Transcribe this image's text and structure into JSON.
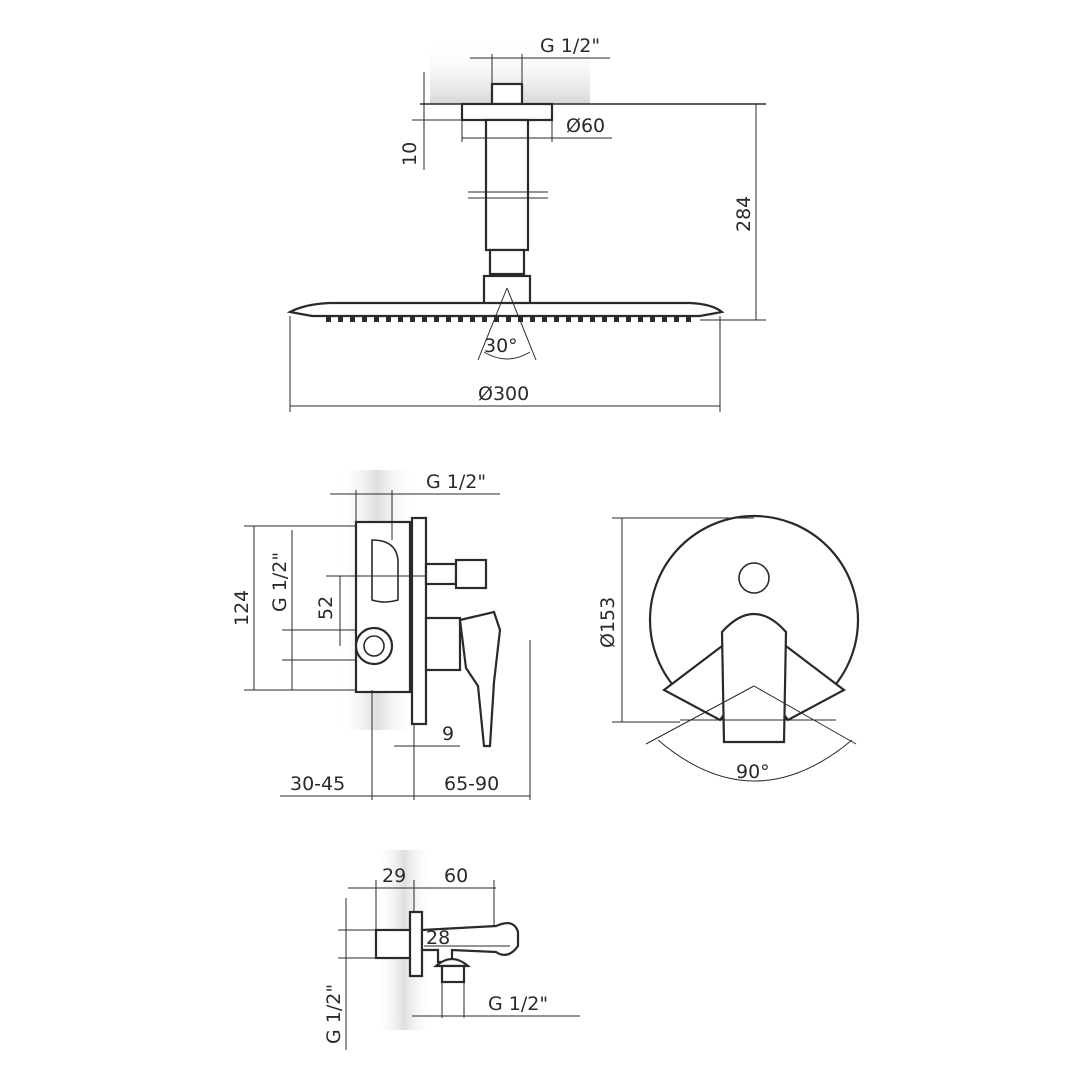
{
  "dimensions": {
    "head": {
      "thread": "G 1/2\"",
      "flange_diameter": "Ø60",
      "flange_height": "10",
      "total_height": "284",
      "spray_angle": "30°",
      "head_diameter": "Ø300"
    },
    "mixer": {
      "thread_top": "G 1/2\"",
      "thread_side": "G 1/2\"",
      "height": "124",
      "outlet_offset": "52",
      "plate_thickness": "9",
      "wall_depth": "30-45",
      "projection": "65-90",
      "plate_diameter": "Ø153",
      "lever_rotation": "90°"
    },
    "outlet": {
      "plate_depth": "29",
      "length": "60",
      "outlet_height": "28",
      "thread_bottom": "G 1/2\"",
      "thread_side": "G 1/2\""
    }
  }
}
